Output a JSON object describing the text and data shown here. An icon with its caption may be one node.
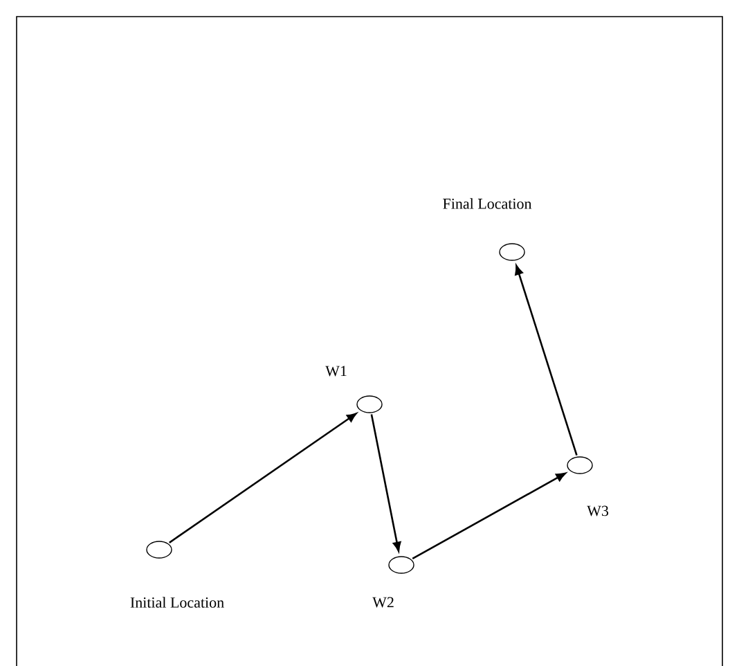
{
  "diagram": {
    "nodes": [
      {
        "text": [],
        "shape": "circle",
        "beside": [
          "Initial Location"
        ]
      },
      {
        "text": [],
        "shape": "circle",
        "beside": [
          "W1"
        ]
      },
      {
        "text": [],
        "shape": "circle",
        "beside": [
          "W2"
        ]
      },
      {
        "text": [],
        "shape": "circle",
        "beside": [
          "W3"
        ]
      },
      {
        "text": [],
        "shape": "circle",
        "beside": [
          "Final Location"
        ]
      }
    ],
    "edges": [
      {
        "from": 0,
        "to": 1,
        "arrow": "to"
      },
      {
        "from": 1,
        "to": 2,
        "arrow": "to"
      },
      {
        "from": 2,
        "to": 3,
        "arrow": "to"
      },
      {
        "from": 3,
        "to": 4,
        "arrow": "to"
      }
    ]
  }
}
